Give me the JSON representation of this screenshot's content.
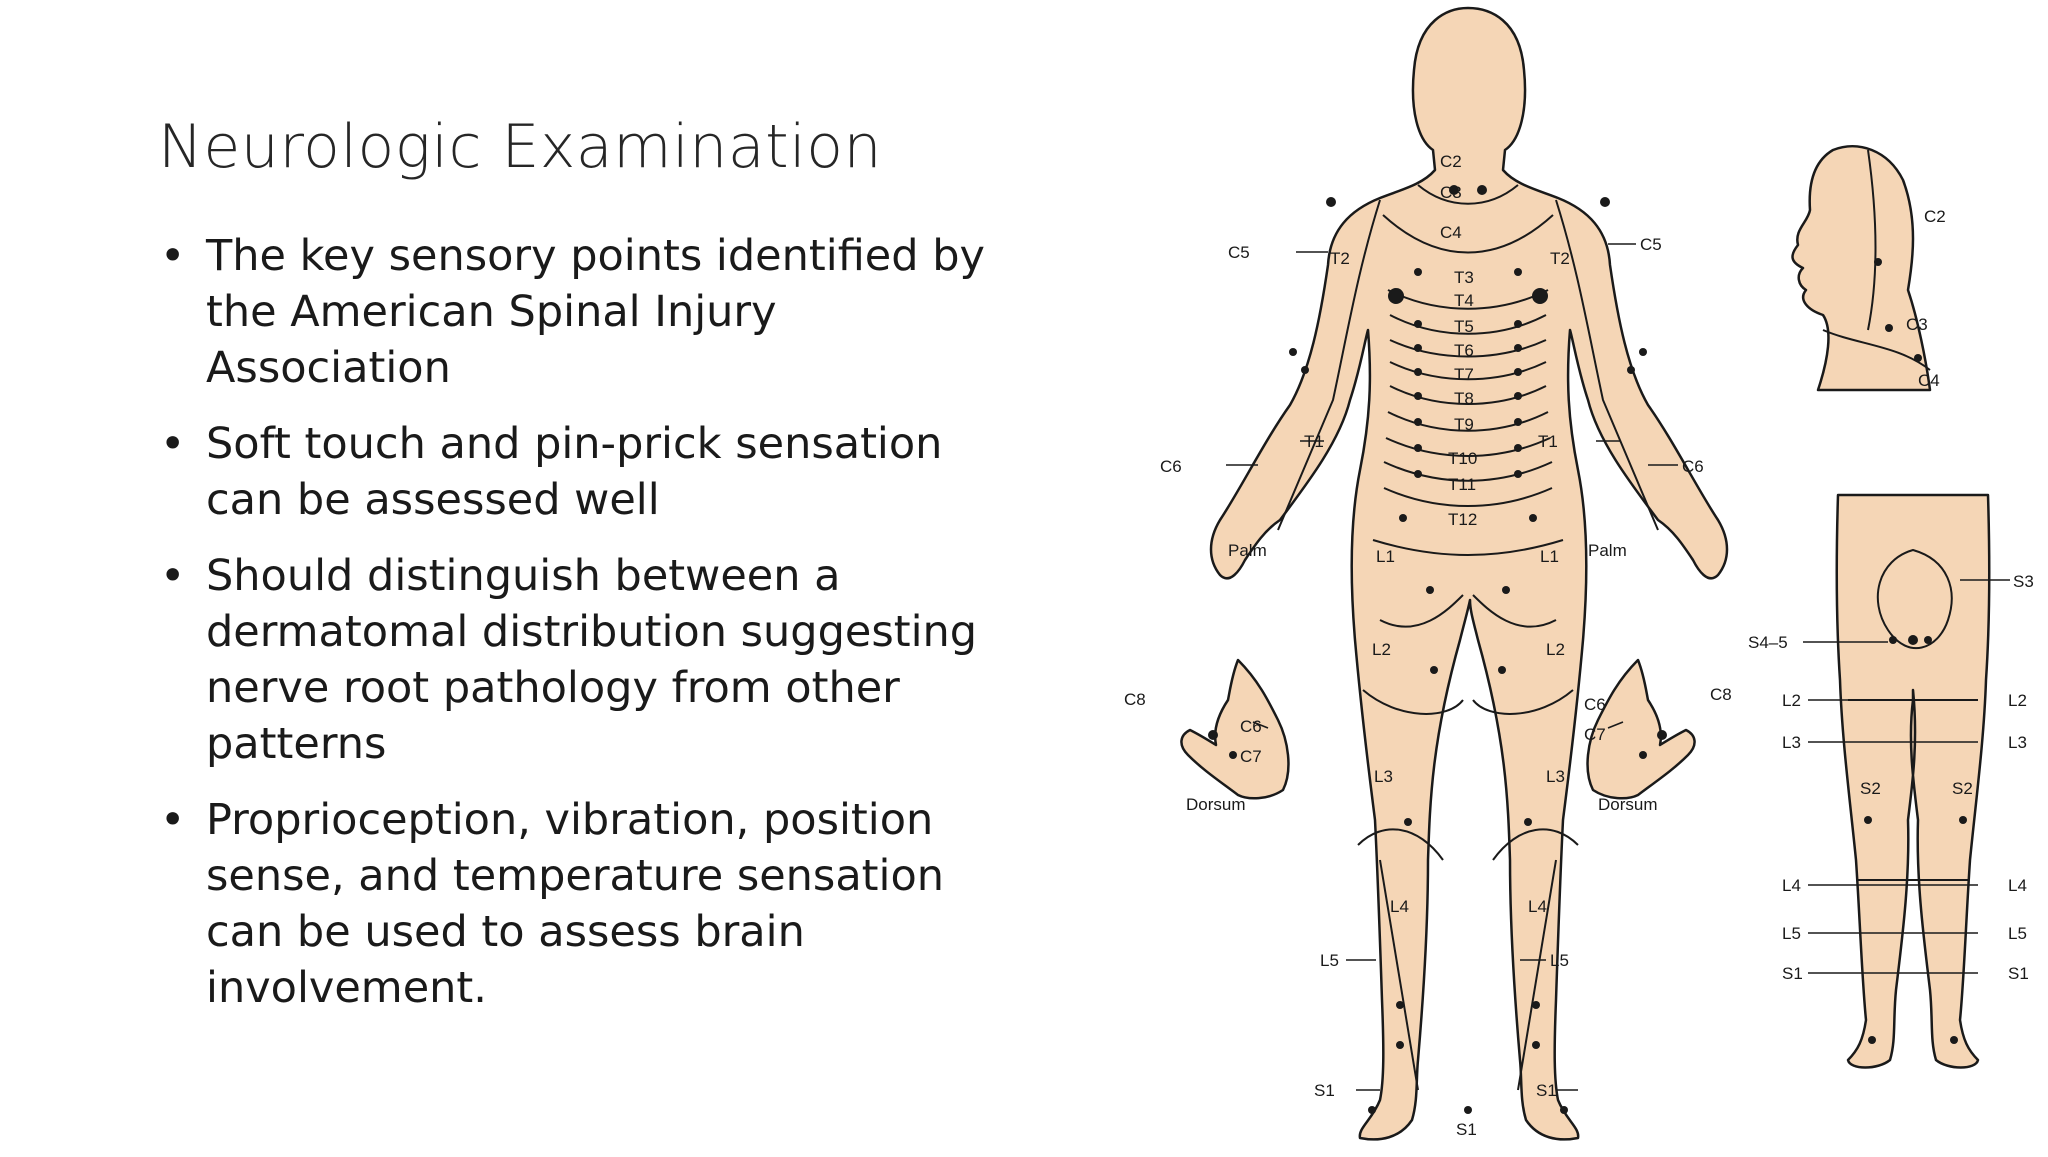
{
  "slide": {
    "title": "Neurologic Examination",
    "bullet_char": "•",
    "bullets": [
      "The key sensory points identified by the American Spinal Injury Association",
      "Soft touch and pin-prick sensation can be assessed well",
      "Should distinguish between a dermatomal distribution suggesting nerve root pathology from other patterns",
      "Proprioception, vibration, position sense, and temperature sensation can be used to assess brain involvement."
    ]
  },
  "figure": {
    "skin_color": "#f5d6b6",
    "line_color": "#1a1a1a",
    "labels": {
      "c2": "C2",
      "c3": "C3",
      "c4": "C4",
      "c5": "C5",
      "c6": "C6",
      "c7": "C7",
      "c8": "C8",
      "t1": "T1",
      "t2": "T2",
      "t3": "T3",
      "t4": "T4",
      "t5": "T5",
      "t6": "T6",
      "t7": "T7",
      "t8": "T8",
      "t9": "T9",
      "t10": "T10",
      "t11": "T11",
      "t12": "T12",
      "l1": "L1",
      "l2": "L2",
      "l3": "L3",
      "l4": "L4",
      "l5": "L5",
      "s1": "S1",
      "s2": "S2",
      "s3": "S3",
      "s45": "S4–5",
      "palm": "Palm",
      "dorsum": "Dorsum"
    }
  }
}
